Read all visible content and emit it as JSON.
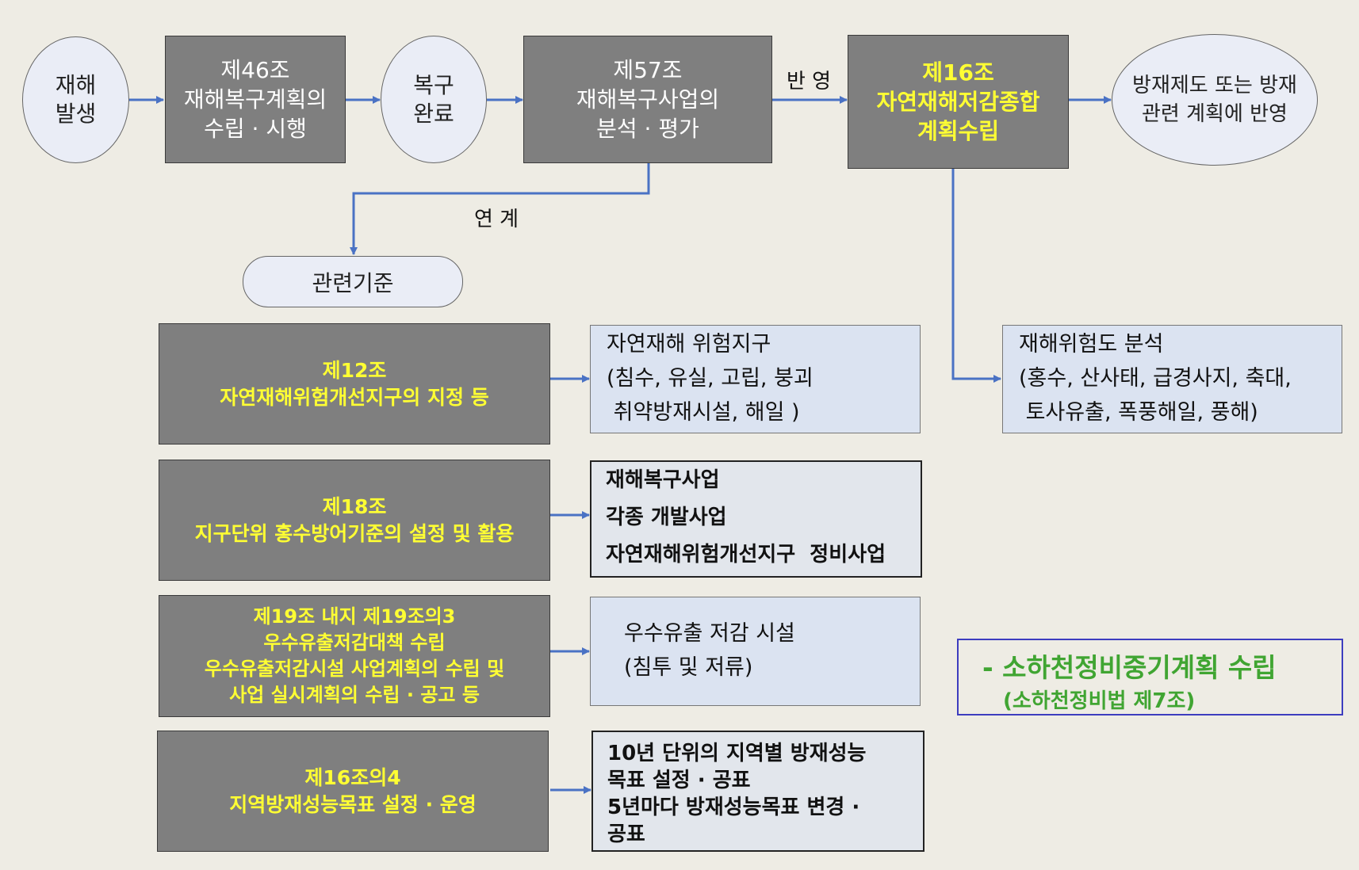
{
  "top_flow": {
    "disaster": [
      "재해",
      "발생"
    ],
    "art46": [
      "제46조",
      "재해복구계획의",
      "수립 · 시행"
    ],
    "recovery_done": [
      "복구",
      "완료"
    ],
    "art57": [
      "제57조",
      "재해복구사업의",
      "분석 · 평가"
    ],
    "reflect_label": "반 영",
    "art16": [
      "제16조",
      "자연재해저감종합",
      "계획수립"
    ],
    "reflect_target": [
      "방재제도 또는 방재",
      "관련 계획에 반영"
    ]
  },
  "link_label": "연 계",
  "related_standard": "관련기준",
  "articles": [
    {
      "lines": [
        "제12조",
        "자연재해위험개선지구의 지정 등"
      ],
      "detail": [
        "자연재해 위험지구",
        "(침수, 유실, 고립, 붕괴",
        " 취약방재시설, 해일 )"
      ]
    },
    {
      "lines": [
        "제18조",
        "지구단위 홍수방어기준의 설정 및 활용"
      ],
      "detail": [
        "재해복구사업",
        "각종 개발사업",
        "자연재해위험개선지구  정비사업"
      ]
    },
    {
      "lines": [
        "제19조 내지 제19조의3",
        "우수유출저감대책 수립",
        "우수유출저감시설 사업계획의 수립  및",
        "사업 실시계획의 수립 · 공고 등"
      ],
      "detail": [
        "우수유출 저감 시설",
        "(침투 및 저류)"
      ]
    },
    {
      "lines": [
        "제16조의4",
        "지역방재성능목표 설정  ·  운영"
      ],
      "detail": [
        "10년 단위의 지역별 방재성능",
        "목표 설정 · 공표",
        "5년마다 방재성능목표 변경 ·",
        "공표"
      ]
    }
  ],
  "risk_map": [
    "재해위험도 분석",
    "(홍수, 산사태, 급경사지, 축대,",
    " 토사유출, 폭풍해일, 풍해)"
  ],
  "small_river": {
    "title": "- 소하천정비중기계획 수립",
    "law": "(소하천정비법 제7조)"
  },
  "colors": {
    "background": "#eeece4",
    "dark_box": "#7f7f7f",
    "light_box": "#dbe3f1",
    "arrow": "#4a72c4",
    "article_text": "#ffff33",
    "green_text": "#40a532",
    "green_box_border": "#3d3dbf"
  }
}
